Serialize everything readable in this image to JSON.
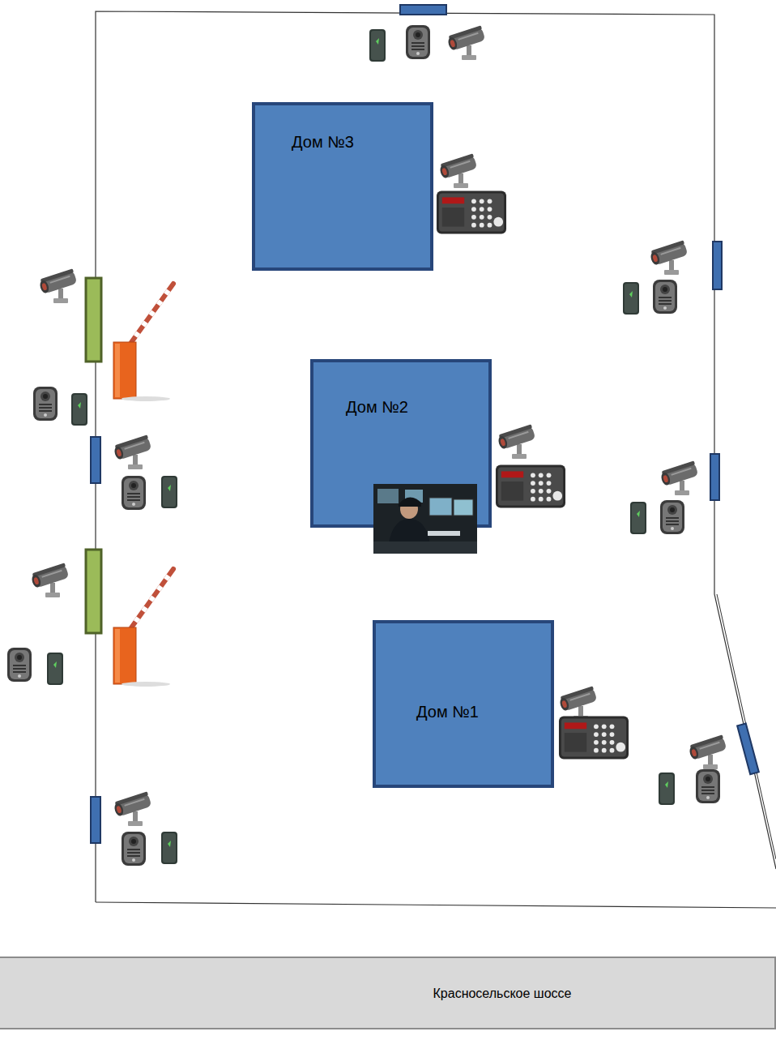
{
  "diagram": {
    "nodes": [
      {
        "text": [
          "Дом №3"
        ]
      },
      {
        "text": [
          "Дом №2"
        ]
      },
      {
        "text": [
          "Дом №1"
        ]
      },
      {
        "text": [
          "Красносельское шоссе"
        ]
      }
    ]
  }
}
